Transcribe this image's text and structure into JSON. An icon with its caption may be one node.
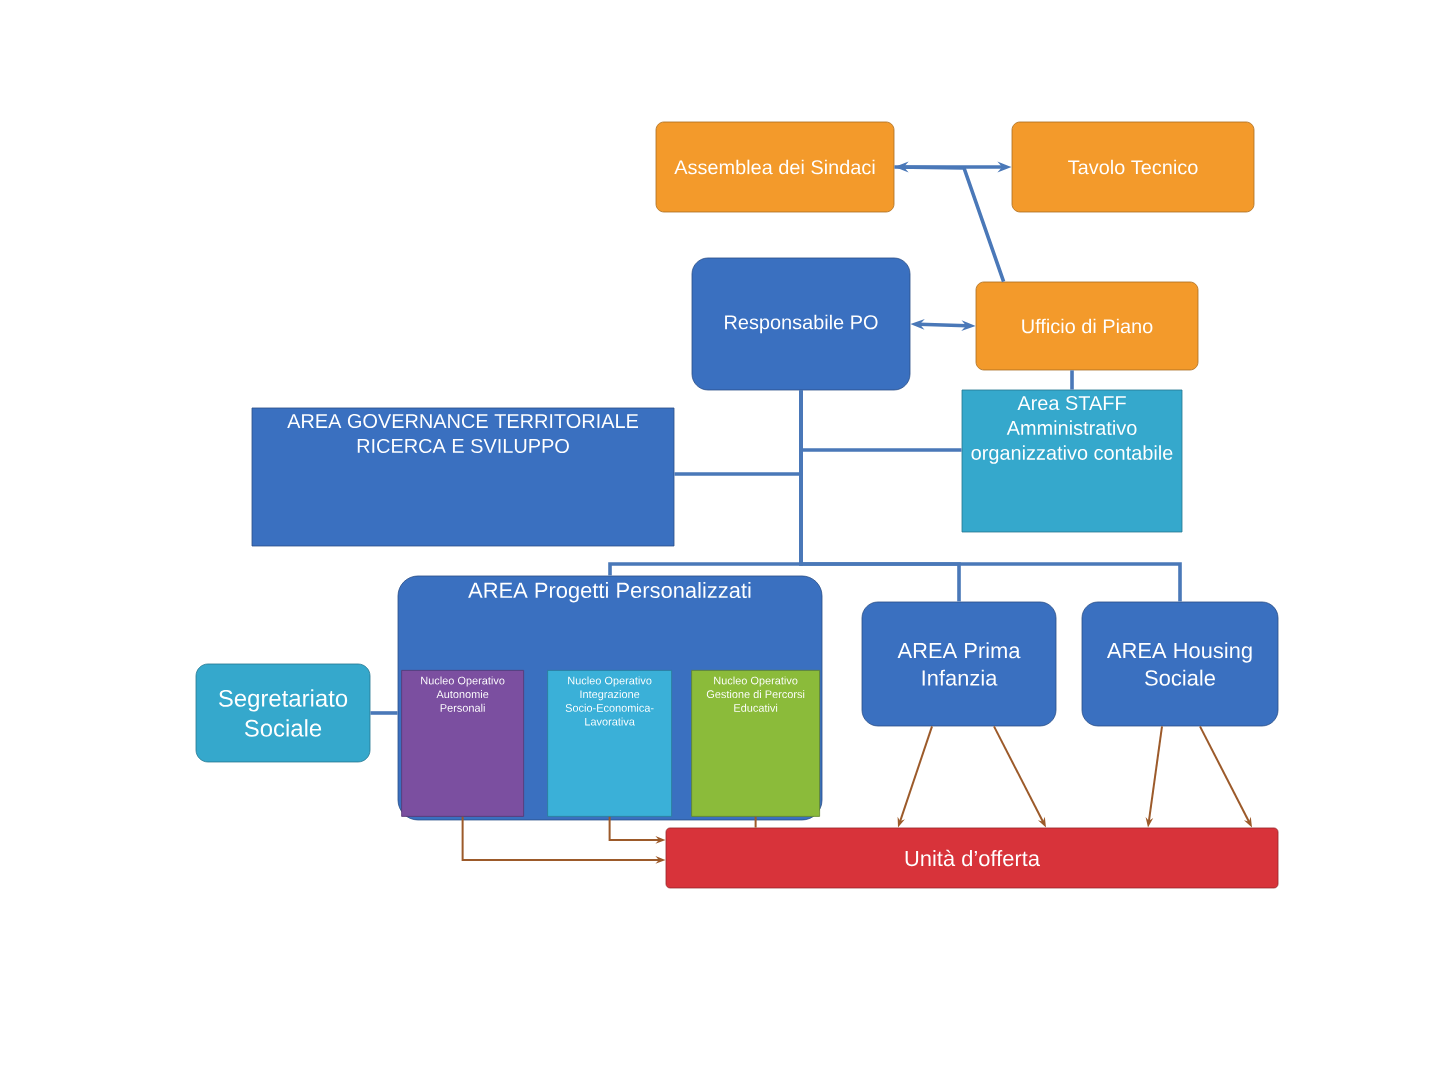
{
  "diagram": {
    "nodes": [
      {
        "text": [
          "Assemblea dei Sindaci"
        ]
      },
      {
        "text": [
          "Tavolo Tecnico"
        ]
      },
      {
        "text": [
          "Responsabile PO"
        ]
      },
      {
        "text": [
          "Ufficio di Piano"
        ]
      },
      {
        "text": [
          "AREA GOVERNANCE TERRITORIALE RICERCA E SVILUPPO"
        ]
      },
      {
        "text": [
          "Area STAFF Amministrativo organizzativo contabile"
        ]
      },
      {
        "text": [
          "AREA Progetti Personalizzati"
        ]
      },
      {
        "text": [
          "Nucleo Operativo Autonomie Personali"
        ],
        "in": 6
      },
      {
        "text": [
          "Nucleo Operativo Integrazione Socio-Economica-Lavorativa"
        ],
        "in": 6
      },
      {
        "text": [
          "Nucleo Operativo Gestione di Percorsi Educativi"
        ],
        "in": 6
      },
      {
        "text": [
          "AREA Prima Infanzia"
        ]
      },
      {
        "text": [
          "AREA Housing Sociale"
        ]
      },
      {
        "text": [
          "Segretariato Sociale"
        ]
      },
      {
        "text": [
          "Unità d’offerta"
        ]
      }
    ],
    "edges": [
      {
        "from": 0,
        "to": 1,
        "arrow": "both"
      },
      {
        "from": 3,
        "to": 0,
        "arrow": "none"
      },
      {
        "from": 2,
        "to": 3,
        "arrow": "both"
      },
      {
        "from": 3,
        "to": 5,
        "arrow": "none"
      },
      {
        "from": 2,
        "to": 4,
        "arrow": "none"
      },
      {
        "from": 2,
        "to": 5,
        "arrow": "none"
      },
      {
        "from": 2,
        "to": 6,
        "arrow": "none"
      },
      {
        "from": 2,
        "to": 10,
        "arrow": "none"
      },
      {
        "from": 2,
        "to": 11,
        "arrow": "none"
      },
      {
        "from": 12,
        "to": 6,
        "arrow": "none"
      },
      {
        "from": 7,
        "to": 13,
        "arrow": "to",
        "color": "#9c5a2a"
      },
      {
        "from": 8,
        "to": 13,
        "arrow": "to",
        "color": "#9c5a2a"
      },
      {
        "from": 9,
        "to": 13,
        "arrow": "none",
        "color": "#9c5a2a"
      },
      {
        "from": 10,
        "to": 13,
        "arrow": "to",
        "color": "#9c5a2a"
      },
      {
        "from": 10,
        "to": 13,
        "arrow": "to",
        "color": "#9c5a2a"
      },
      {
        "from": 11,
        "to": 13,
        "arrow": "to",
        "color": "#9c5a2a"
      },
      {
        "from": 11,
        "to": 13,
        "arrow": "to",
        "color": "#9c5a2a"
      }
    ]
  }
}
